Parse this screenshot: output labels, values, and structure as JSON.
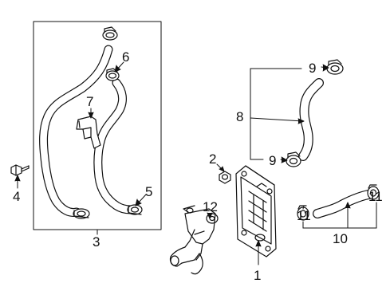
{
  "diagram": {
    "colors": {
      "line": "#111111",
      "background": "#ffffff"
    },
    "callouts": [
      {
        "id": "c1",
        "label": "1"
      },
      {
        "id": "c2",
        "label": "2"
      },
      {
        "id": "c3",
        "label": "3"
      },
      {
        "id": "c4",
        "label": "4"
      },
      {
        "id": "c5",
        "label": "5"
      },
      {
        "id": "c6",
        "label": "6"
      },
      {
        "id": "c7",
        "label": "7"
      },
      {
        "id": "c8",
        "label": "8"
      },
      {
        "id": "c9a",
        "label": "9"
      },
      {
        "id": "c9b",
        "label": "9"
      },
      {
        "id": "c10",
        "label": "10"
      },
      {
        "id": "c11a",
        "label": "11"
      },
      {
        "id": "c11b",
        "label": "11"
      },
      {
        "id": "c12",
        "label": "12"
      }
    ],
    "parts": [
      {
        "id": "oil-cooler",
        "icon": "oil-cooler-icon"
      },
      {
        "id": "seal-ring",
        "icon": "seal-ring-icon"
      },
      {
        "id": "hose-assembly",
        "icon": "hose-assembly-icon"
      },
      {
        "id": "bolt",
        "icon": "bolt-icon"
      },
      {
        "id": "clamp",
        "icon": "hose-clamp-icon"
      },
      {
        "id": "bracket",
        "icon": "bracket-icon"
      },
      {
        "id": "bypass-hose",
        "icon": "curved-hose-icon"
      },
      {
        "id": "water-hose",
        "icon": "water-hose-icon"
      },
      {
        "id": "union-fitting",
        "icon": "union-fitting-icon"
      }
    ]
  }
}
